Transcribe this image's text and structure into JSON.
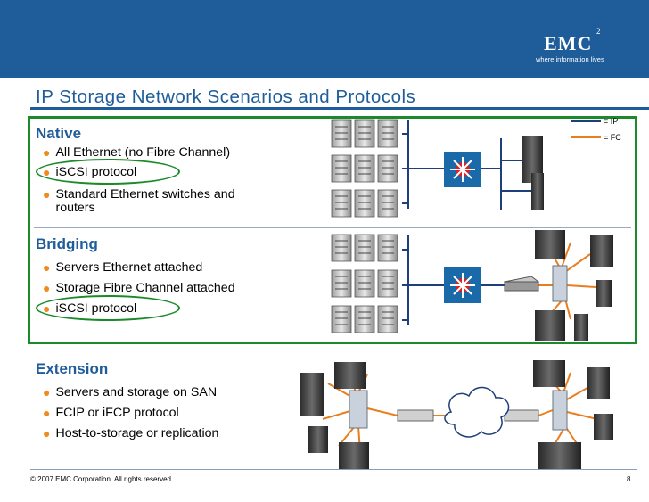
{
  "logo": {
    "word": "EMC",
    "superscript": "2",
    "tagline": "where information lives"
  },
  "title": "IP Storage Network Scenarios and Protocols",
  "legend": {
    "ip_label": "= IP",
    "fc_label": "= FC",
    "ip_color": "#1f3f7a",
    "fc_color": "#e87e1e"
  },
  "sections": [
    {
      "title": "Native",
      "bullets": [
        "All Ethernet (no Fibre Channel)",
        "iSCSI protocol",
        "Standard Ethernet switches and routers"
      ]
    },
    {
      "title": "Bridging",
      "bullets": [
        "Servers Ethernet attached",
        "Storage Fibre Channel attached",
        "iSCSI protocol"
      ]
    },
    {
      "title": "Extension",
      "bullets": [
        "Servers and storage on SAN",
        "FCIP or iFCP protocol",
        "Host-to-storage or replication"
      ]
    }
  ],
  "footer": {
    "copyright": "© 2007 EMC Corporation. All rights reserved.",
    "page_number": "8"
  },
  "colors": {
    "brand_blue": "#1f5d9a",
    "bullet_orange": "#f08a1c",
    "highlight_green": "#1a8a2a"
  }
}
